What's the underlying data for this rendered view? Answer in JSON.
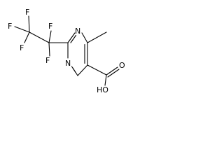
{
  "atoms": [
    {
      "id": "F1",
      "label": "F"
    },
    {
      "id": "F2",
      "label": "F"
    },
    {
      "id": "F3",
      "label": "F"
    },
    {
      "id": "F4",
      "label": "F"
    },
    {
      "id": "F5",
      "label": "F"
    },
    {
      "id": "N1",
      "label": "N"
    },
    {
      "id": "N3",
      "label": "N"
    },
    {
      "id": "O1",
      "label": "O"
    },
    {
      "id": "O2",
      "label": "HO"
    }
  ]
}
